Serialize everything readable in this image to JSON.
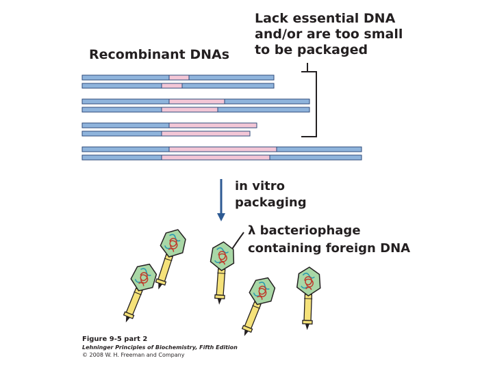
{
  "heading": "Recombinant DNAs",
  "annotation_lines": [
    "Lack essential DNA",
    "and/or are too small",
    "to be packaged"
  ],
  "process_lines": [
    "in vitro",
    "packaging"
  ],
  "phage_label_lines": [
    "λ bacteriophage",
    "containing foreign DNA"
  ],
  "caption": {
    "figure": "Figure 9-5 part 2",
    "book": "Lehninger Principles of Biochemistry, Fifth Edition",
    "copyright": "© 2008 W. H. Freeman and Company"
  },
  "colors": {
    "vector_dna": "#8fb4dc",
    "insert_dna": "#f3c6d6",
    "dna_outline": "#2e4a7a",
    "arrow": "#2d5a93",
    "phage_head": "#a9d7a6",
    "phage_tail": "#f5e27a",
    "foreign_dna": "#c0392b",
    "phage_dna": "#2a9bb0"
  },
  "icons": [
    "phage-icon",
    "bracket-icon",
    "down-arrow-icon"
  ]
}
